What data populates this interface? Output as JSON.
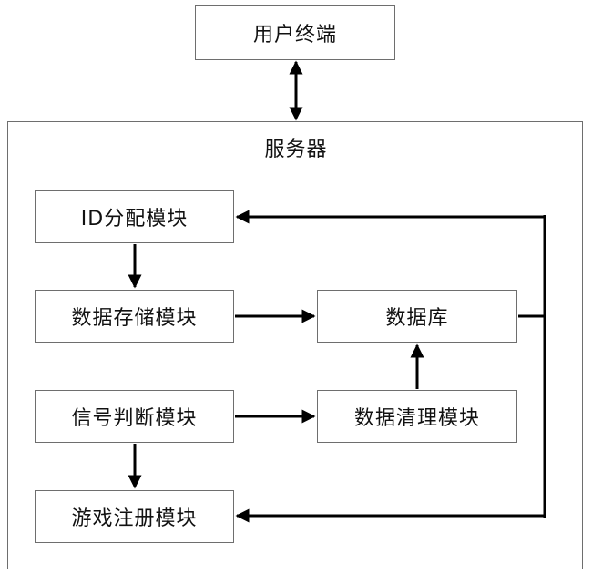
{
  "diagram": {
    "user_terminal": "用户终端",
    "server": "服务器",
    "id_module": "ID分配模块",
    "storage_module": "数据存储模块",
    "database": "数据库",
    "signal_module": "信号判断模块",
    "cleanup_module": "数据清理模块",
    "game_module": "游戏注册模块"
  }
}
